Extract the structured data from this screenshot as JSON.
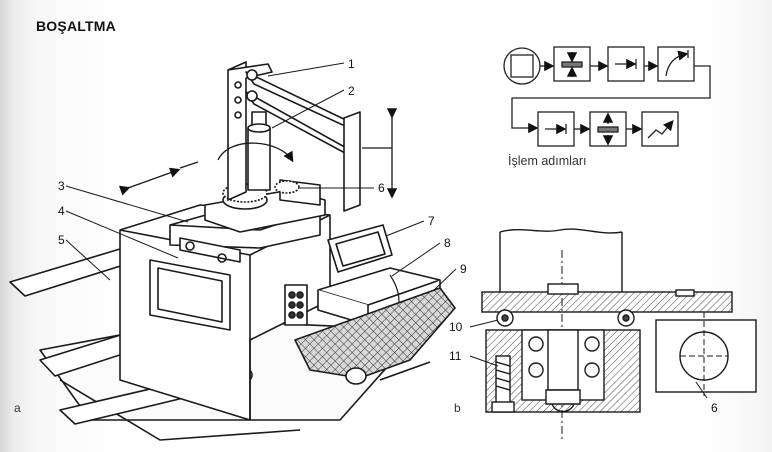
{
  "title": "BOŞALTMA",
  "caption": "İşlem adımları",
  "callouts": {
    "c1": "1",
    "c2": "2",
    "c3": "3",
    "c4": "4",
    "c5": "5",
    "c6": "6",
    "c7": "7",
    "c8": "8",
    "c9": "9",
    "c10": "10",
    "c11": "11",
    "c6b": "6"
  },
  "sublabels": {
    "a": "a",
    "b": "b"
  },
  "colors": {
    "ink": "#1a1a1a",
    "hatch": "#555555",
    "paper": "#ffffff"
  }
}
